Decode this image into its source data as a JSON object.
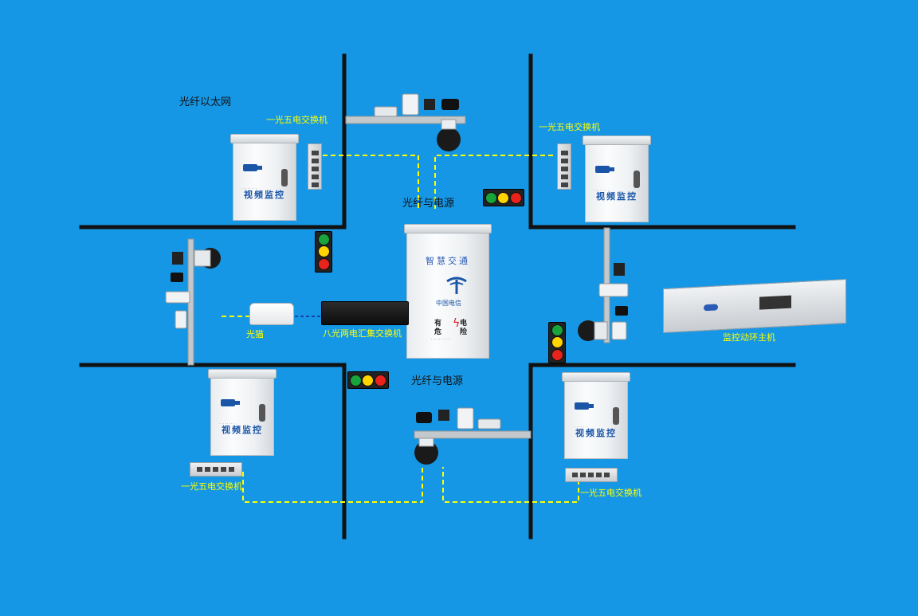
{
  "title": "光纤以太网",
  "labels": {
    "switch_top_left": "一光五电交换机",
    "switch_top_right": "一光五电交换机",
    "switch_bottom_left": "一光五电交换机",
    "switch_bottom_right": "一光五电交换机",
    "fiber_power_top": "光纤与电源",
    "fiber_power_bottom": "光纤与电源",
    "modem": "光猫",
    "aggregation_switch": "八光两电汇集交换机",
    "monitor_host": "监控动环主机"
  },
  "cabinet_caption": "视频监控",
  "center_cabinet": {
    "heading": "智慧交通",
    "brand": "中国电信",
    "warn_left": "有\n危",
    "warn_right": "电\n险"
  },
  "colors": {
    "background": "#1597e5",
    "road": "#111111",
    "link_dashed": "#ffff00",
    "link_blue": "#1a3fb0",
    "lamp_red": "#e8231b",
    "lamp_yellow": "#ffd400",
    "lamp_green": "#19a53c"
  },
  "icons": [
    "camera-icon",
    "dome-camera-icon",
    "bullet-camera-icon",
    "traffic-light-icon",
    "cabinet-icon",
    "switch-icon",
    "modem-icon",
    "host-icon"
  ]
}
